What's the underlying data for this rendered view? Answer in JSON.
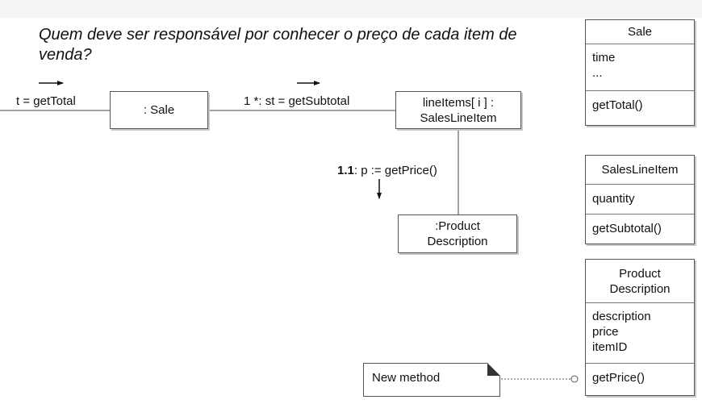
{
  "question": "Quem deve ser responsável por conhecer o preço de cada item de venda?",
  "collaboration": {
    "message_get_total": "t = getTotal",
    "message_get_subtotal_seq": "1 *",
    "message_get_subtotal": ": st = getSubtotal",
    "message_get_price_seq": "1.1",
    "message_get_price": ": p := getPrice()",
    "obj_sale": ": Sale",
    "obj_line_items_line1": "lineItems[ i ] :",
    "obj_line_items_line2": "SalesLineItem",
    "obj_product_line1": ":Product",
    "obj_product_line2": "Description"
  },
  "classes": {
    "sale": {
      "name": "Sale",
      "attr1": "time",
      "attr2": "...",
      "method1": "getTotal()"
    },
    "sales_line_item": {
      "name": "SalesLineItem",
      "attr1": "quantity",
      "method1": "getSubtotal()"
    },
    "product_description": {
      "name_line1": "Product",
      "name_line2": "Description",
      "attr1": "description",
      "attr2": "price",
      "attr3": "itemID",
      "method1": "getPrice()"
    }
  },
  "note": {
    "text": "New method"
  }
}
